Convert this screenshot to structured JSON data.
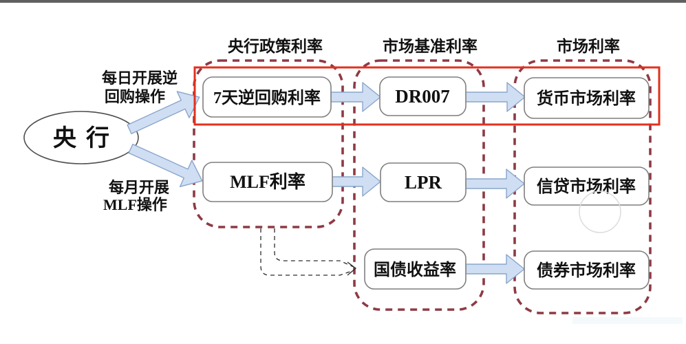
{
  "colors": {
    "red": "#e2301f",
    "maroon": "#8e3a44",
    "arrowFill": "#cfdef2",
    "arrowStroke": "#8aa5cc",
    "boxStroke": "#7f7f7f",
    "topbar": "#606060",
    "text": "#111111"
  },
  "source": {
    "label": "央行"
  },
  "operations": [
    {
      "line1": "每日开展逆",
      "line2": "回购操作"
    },
    {
      "line1": "每月开展",
      "line2": "MLF操作"
    }
  ],
  "columns": [
    {
      "title": "央行政策利率"
    },
    {
      "title": "市场基准利率"
    },
    {
      "title": "市场利率"
    }
  ],
  "nodes": {
    "repo7": "7天逆回购利率",
    "dr007": "DR007",
    "money": "货币市场利率",
    "mlf": "MLF利率",
    "lpr": "LPR",
    "credit": "信贷市场利率",
    "treasury": "国债收益率",
    "bond": "债券市场利率"
  }
}
